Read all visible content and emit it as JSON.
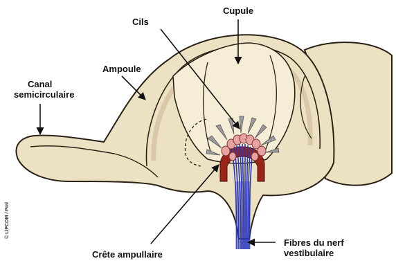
{
  "labels": {
    "cupule": "Cupule",
    "cils": "Cils",
    "ampoule": "Ampoule",
    "canal_line1": "Canal",
    "canal_line2": "semicirculaire",
    "crete": "Crête ampullaire",
    "fibres_line1": "Fibres du nerf",
    "fibres_line2": "vestibulaire"
  },
  "credit": "© LIPCOM / Pml",
  "colors": {
    "tissue_fill": "#ede1c3",
    "tissue_stroke": "#2a2115",
    "ampulla_wall": "#c9b795",
    "nerve_blue": "#2a37b8",
    "crest_red": "#9a2418",
    "hair_cell_pink": "#e7a3a3",
    "cilia_gray": "#9a9a9a"
  }
}
